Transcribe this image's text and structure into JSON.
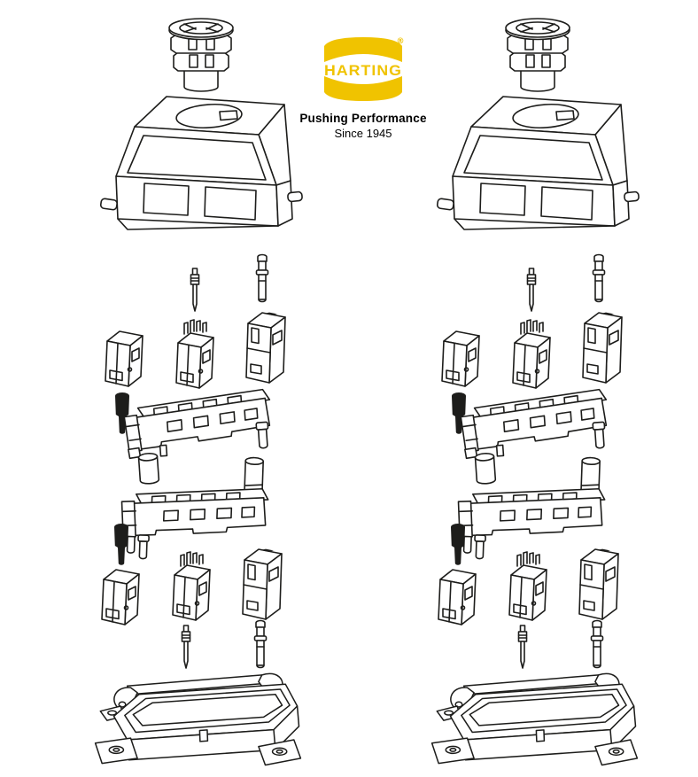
{
  "page": {
    "background_color": "#ffffff"
  },
  "brand": {
    "logo_text": "HARTING",
    "registered_mark": "®",
    "tagline": "Pushing Performance",
    "since_line": "Since 1945",
    "logo_color": "#F0C300",
    "text_color": "#000000"
  },
  "drawing": {
    "line_color": "#1d1d1b",
    "screw_fill_color": "#1d1d1b",
    "columns": [
      {
        "id": "left-exploded-view"
      },
      {
        "id": "right-exploded-view"
      }
    ],
    "component_icons": [
      "cable-gland-icon",
      "connector-hood-icon",
      "crimp-contact-pin-icon",
      "machined-contact-pin-icon",
      "insert-module-small-icon",
      "insert-module-pins-icon",
      "insert-module-tall-icon",
      "fixing-screw-icon",
      "hinged-frame-upper-icon",
      "hinged-frame-lower-icon",
      "guide-pin-small-icon",
      "guide-pin-large-icon",
      "base-housing-icon"
    ]
  }
}
